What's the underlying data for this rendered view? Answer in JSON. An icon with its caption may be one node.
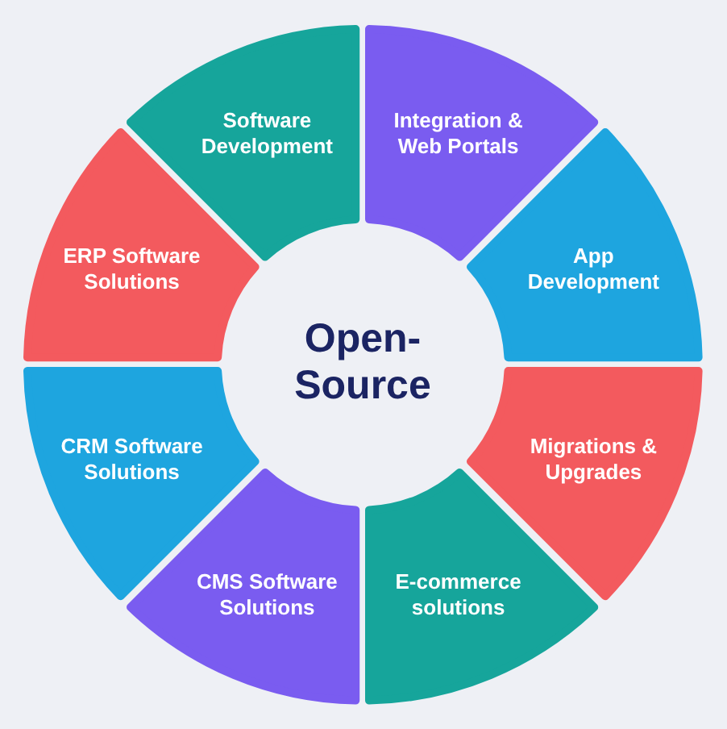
{
  "diagram": {
    "nodes": [
      {
        "text": [
          "Open-Source"
        ]
      },
      {
        "text": [
          "Software Development"
        ]
      },
      {
        "text": [
          "Integration & Web Portals"
        ]
      },
      {
        "text": [
          "App Development"
        ]
      },
      {
        "text": [
          "Migrations & Upgrades"
        ]
      },
      {
        "text": [
          "E-commerce solutions"
        ]
      },
      {
        "text": [
          "CMS Software Solutions"
        ]
      },
      {
        "text": [
          "CRM Software Solutions"
        ]
      },
      {
        "text": [
          "ERP Software Solutions"
        ]
      }
    ]
  }
}
